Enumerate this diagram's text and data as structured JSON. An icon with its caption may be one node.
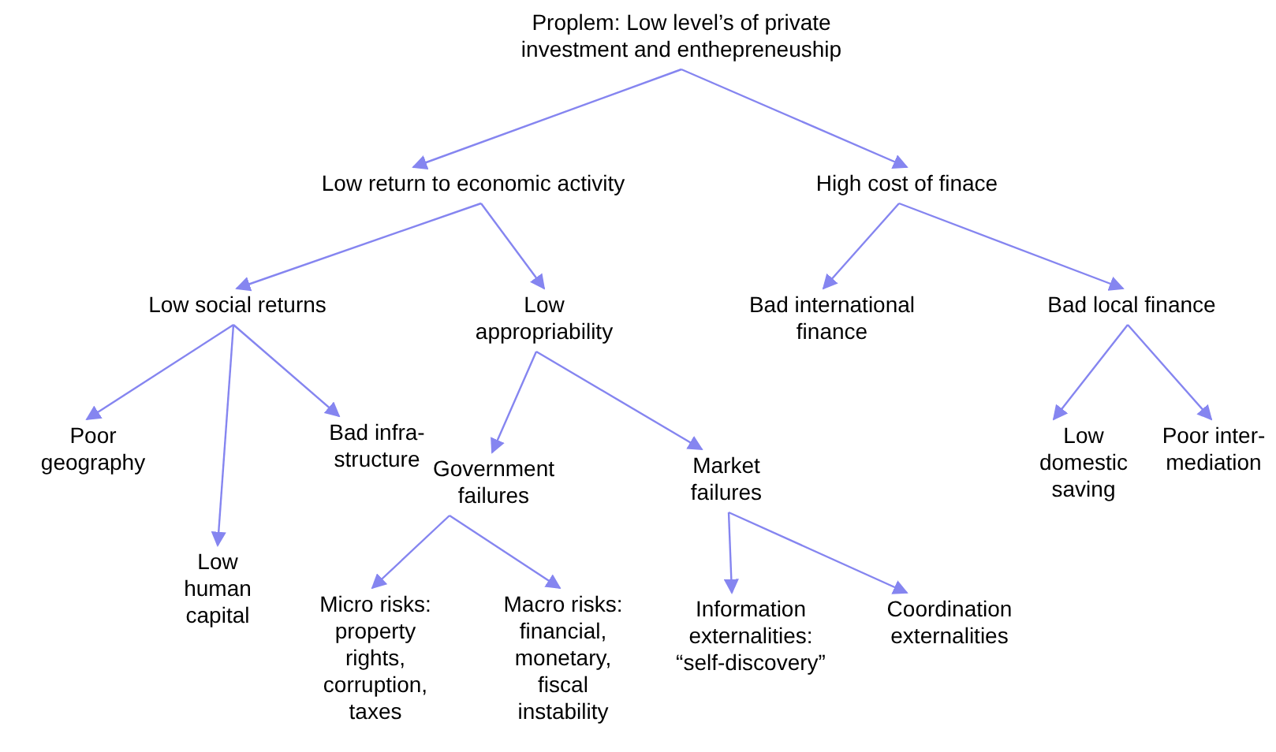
{
  "diagram": {
    "nodes": [
      {
        "text": [
          "Proplem: Low level’s of private investment and enthepreneuship"
        ]
      },
      {
        "text": [
          "Low return to economic activity"
        ]
      },
      {
        "text": [
          "High cost of finace"
        ]
      },
      {
        "text": [
          "Low social returns"
        ]
      },
      {
        "text": [
          "Low appropriability"
        ]
      },
      {
        "text": [
          "Bad international finance"
        ]
      },
      {
        "text": [
          "Bad local finance"
        ]
      },
      {
        "text": [
          "Poor geography"
        ]
      },
      {
        "text": [
          "Low human capital"
        ]
      },
      {
        "text": [
          "Bad infra-structure"
        ]
      },
      {
        "text": [
          "Government failures"
        ]
      },
      {
        "text": [
          "Market failures"
        ]
      },
      {
        "text": [
          "Low domestic saving"
        ]
      },
      {
        "text": [
          "Poor inter-mediation"
        ]
      },
      {
        "text": [
          "Micro risks: property rights, corruption, taxes"
        ]
      },
      {
        "text": [
          "Macro risks: financial, monetary, fiscal instability"
        ]
      },
      {
        "text": [
          "Information externalities: “self-discovery”"
        ]
      },
      {
        "text": [
          "Coordination externalities"
        ]
      }
    ],
    "edges": [
      {
        "from": 0,
        "to": 1,
        "arrow": "to"
      },
      {
        "from": 0,
        "to": 2,
        "arrow": "to"
      },
      {
        "from": 1,
        "to": 3,
        "arrow": "to"
      },
      {
        "from": 1,
        "to": 4,
        "arrow": "to"
      },
      {
        "from": 2,
        "to": 5,
        "arrow": "to"
      },
      {
        "from": 2,
        "to": 6,
        "arrow": "to"
      },
      {
        "from": 3,
        "to": 7,
        "arrow": "to"
      },
      {
        "from": 3,
        "to": 8,
        "arrow": "to"
      },
      {
        "from": 3,
        "to": 9,
        "arrow": "to"
      },
      {
        "from": 4,
        "to": 10,
        "arrow": "to"
      },
      {
        "from": 4,
        "to": 11,
        "arrow": "to"
      },
      {
        "from": 6,
        "to": 12,
        "arrow": "to"
      },
      {
        "from": 6,
        "to": 13,
        "arrow": "to"
      },
      {
        "from": 10,
        "to": 14,
        "arrow": "to"
      },
      {
        "from": 10,
        "to": 15,
        "arrow": "to"
      },
      {
        "from": 11,
        "to": 16,
        "arrow": "to"
      },
      {
        "from": 11,
        "to": 17,
        "arrow": "to"
      }
    ]
  }
}
